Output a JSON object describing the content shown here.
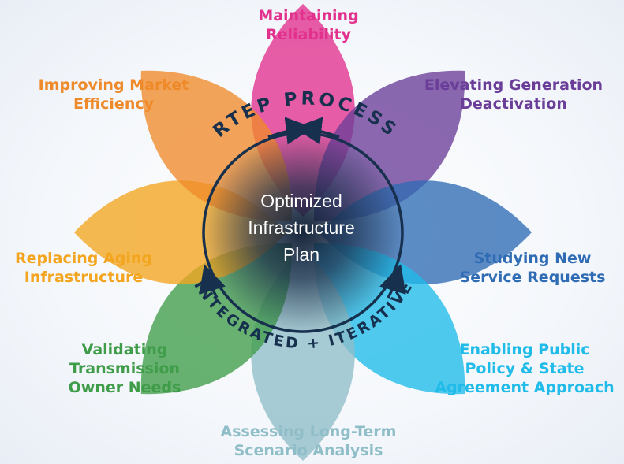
{
  "petals": [
    {
      "id": "maintaining-reliability",
      "lines": [
        "Maintaining",
        "Reliability"
      ],
      "color": "#e2308d"
    },
    {
      "id": "elevating-generation-deactivation",
      "lines": [
        "Elevating Generation",
        "Deactivation"
      ],
      "color": "#6a3d98"
    },
    {
      "id": "studying-new-service-requests",
      "lines": [
        "Studying New",
        "Service Requests"
      ],
      "color": "#2f6cb4"
    },
    {
      "id": "enabling-public-policy",
      "lines": [
        "Enabling Public",
        "Policy & State",
        "Agreement Approach"
      ],
      "color": "#1fbbe9"
    },
    {
      "id": "assessing-long-term-scenario-analysis",
      "lines": [
        "Assessing Long-Term",
        "Scenario Analysis"
      ],
      "color": "#8fbec8"
    },
    {
      "id": "validating-transmission-owner-needs",
      "lines": [
        "Validating",
        "Transmission",
        "Owner Needs"
      ],
      "color": "#3f9c49"
    },
    {
      "id": "replacing-aging-infrastructure",
      "lines": [
        "Replacing Aging",
        "Infrastructure"
      ],
      "color": "#f4a51f"
    },
    {
      "id": "improving-market-efficiency",
      "lines": [
        "Improving Market",
        "Efficiency"
      ],
      "color": "#ef8a2a"
    }
  ],
  "center": {
    "lines": [
      "Optimized",
      "Infrastructure",
      "Plan"
    ]
  },
  "ring": {
    "top_text": "RTEP PROCESS",
    "bottom_text": "INTEGRATED + ITERATIVE",
    "color": "#16304e"
  }
}
